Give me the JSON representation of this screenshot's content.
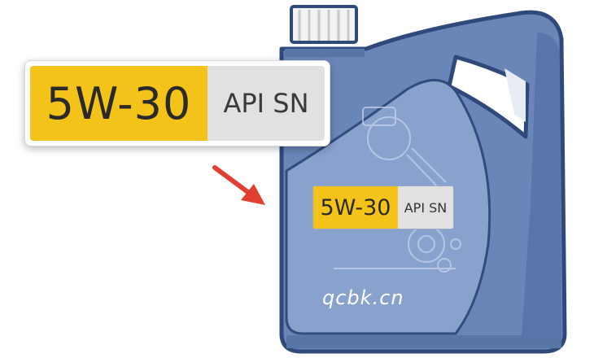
{
  "callout": {
    "viscosity": "5W-30",
    "api_grade": "API SN"
  },
  "bottle_label": {
    "viscosity": "5W-30",
    "api_grade": "API SN"
  },
  "watermark": "qcbk.cn",
  "colors": {
    "bottle_blue": "#6a86b8",
    "bottle_dark": "#2f4a7a",
    "label_yellow": "#f4c31a",
    "label_grey": "#e1e1e1",
    "arrow_red": "#e04030"
  }
}
